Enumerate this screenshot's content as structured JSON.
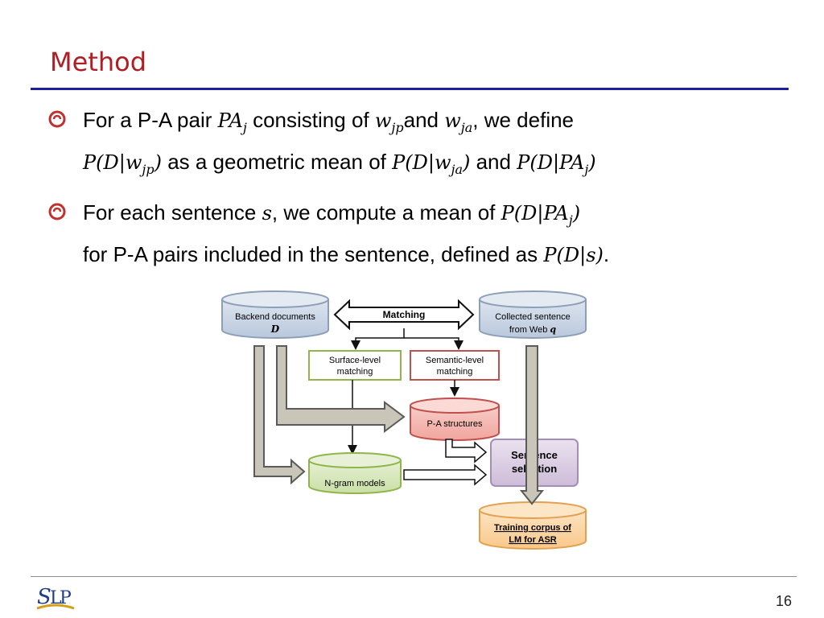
{
  "slide": {
    "title": "Method",
    "page_number": "16",
    "logo_text": "SLP"
  },
  "bullets": [
    {
      "icon": "spiral-bullet-icon",
      "parts": [
        "For a P-A pair ",
        "PA",
        "j",
        " consisting of ",
        "w",
        "jp",
        "and ",
        "w",
        "ja",
        ", we define",
        "P(D|w",
        "jp",
        ")",
        " as a geometric mean of ",
        "P(D|w",
        "ja",
        ")",
        " and ",
        "P(D|PA",
        "j",
        ")"
      ]
    },
    {
      "icon": "spiral-bullet-icon",
      "parts": [
        "For each sentence ",
        "s",
        ", we compute a mean of ",
        "P(D|PA",
        "j",
        ")",
        "for P-A pairs included in the sentence, defined as ",
        "P(D|s)",
        "."
      ]
    }
  ],
  "diagram": {
    "backend_docs": [
      "Backend documents",
      "D"
    ],
    "collected": [
      "Collected sentence",
      "from Web ",
      "q"
    ],
    "matching": "Matching",
    "surface": [
      "Surface-level",
      "matching"
    ],
    "semantic": [
      "Semantic-level",
      "matching"
    ],
    "pa_structures": "P-A structures",
    "ngram": "N-gram models",
    "selection": [
      "Sentence",
      "selection"
    ],
    "training": [
      "Training corpus of",
      "LM for ASR"
    ],
    "colors": {
      "blue_cyl": "#c7d3e3",
      "red_cyl": "#f4b8b2",
      "green_cyl": "#d7e7bd",
      "orange_cyl": "#fcd7a6",
      "purple_box": "#ddd0e4",
      "green_border": "#8fb54b",
      "red_border": "#c0504d"
    }
  }
}
